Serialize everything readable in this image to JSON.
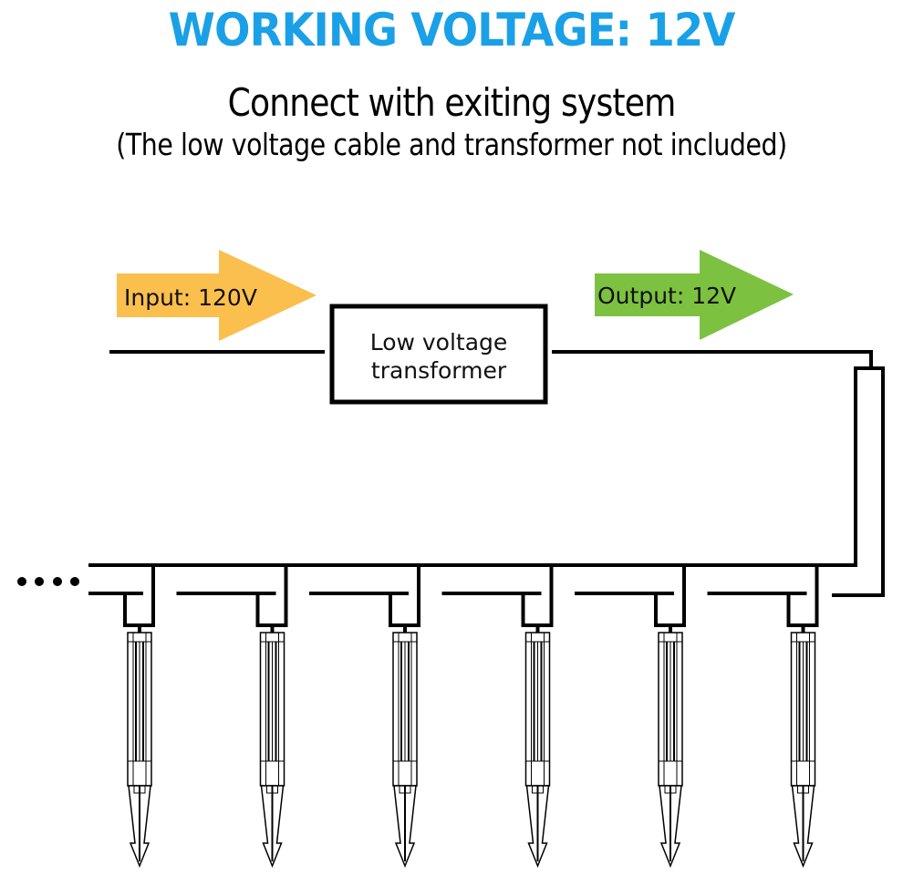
{
  "header": {
    "title": "WORKING VOLTAGE: 12V",
    "subtitle": "Connect with exiting system",
    "note": "(The low voltage cable and transformer not included)"
  },
  "diagram": {
    "input_arrow": {
      "label": "Input: 120V",
      "color": "#fbbf4e"
    },
    "output_arrow": {
      "label": "Output: 12V",
      "color": "#7cc140"
    },
    "transformer": {
      "line1": "Low voltage",
      "line2": "transformer"
    },
    "continuation": "more-lights-ellipsis",
    "light_count": 6,
    "wire_color": "#000000",
    "title_color": "#1aa0e6"
  }
}
